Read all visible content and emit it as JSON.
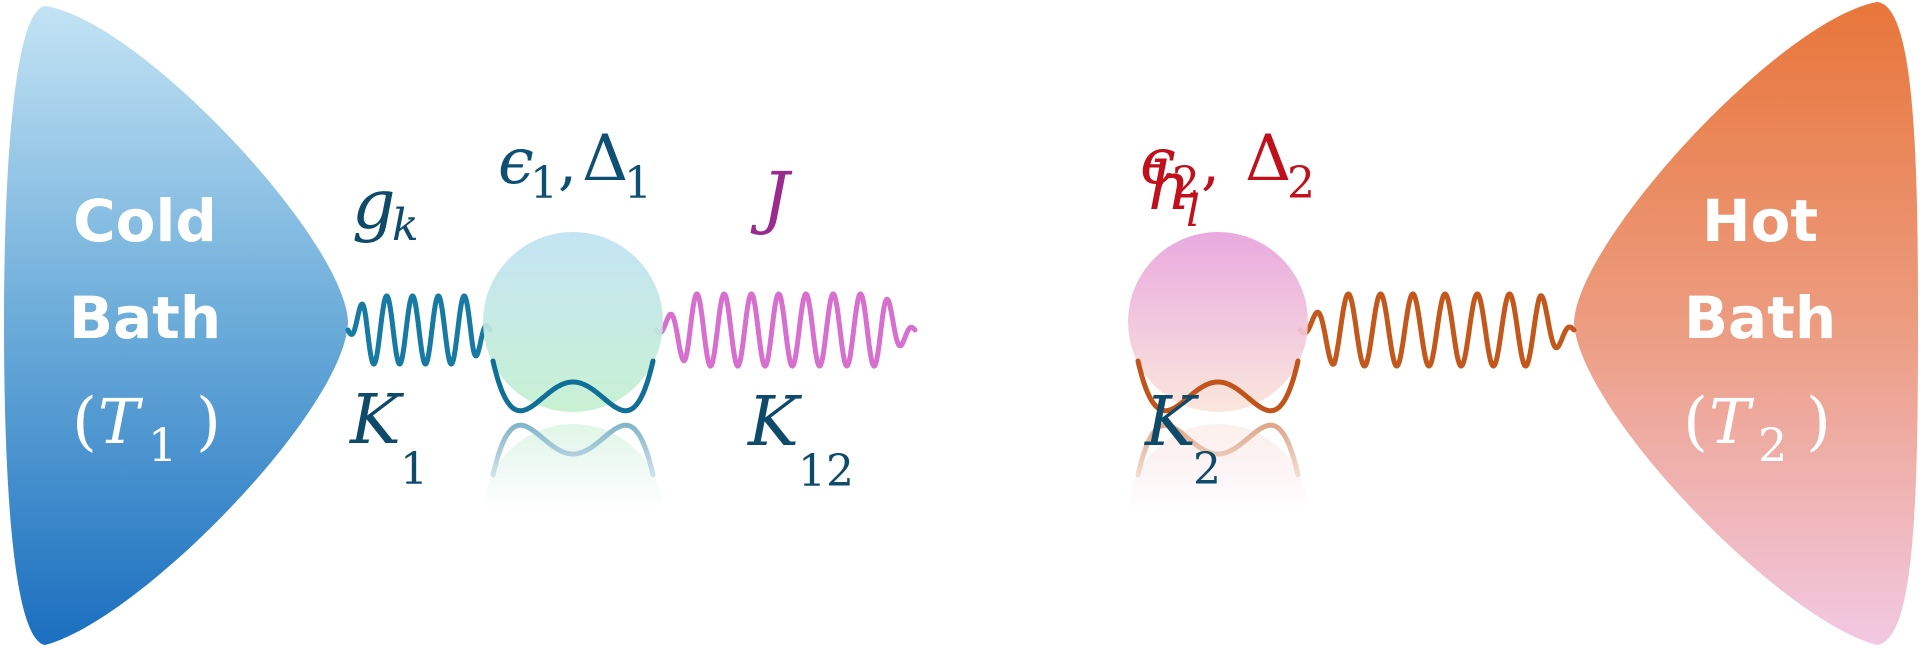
{
  "cold_bath": {
    "line1": "Cold",
    "line2": "Bath",
    "temp_symbol": "T",
    "temp_sub": "1",
    "gradient": [
      "#c3e3f4",
      "#6aabd9",
      "#1a6fbf"
    ]
  },
  "hot_bath": {
    "line1": "Hot",
    "line2": "Bath",
    "temp_symbol": "T",
    "temp_sub": "2",
    "gradient": [
      "#e8763a",
      "#ec9c80",
      "#f2c9e2"
    ]
  },
  "qubit1": {
    "eps": "ϵ",
    "eps_sub": "1",
    "comma": ",",
    "delta": "Δ",
    "delta_sub": "1",
    "label_color": "#0e5073",
    "sphere_top": "#bfe2f3",
    "sphere_bottom": "#c3f0cf",
    "potential_color": "#0f6f97"
  },
  "qubit2": {
    "eps": "ϵ",
    "eps_sub": "2",
    "comma": ",",
    "delta": "Δ",
    "delta_sub": "2",
    "label_color": "#c0101c",
    "sphere_top": "#e7a2dc",
    "sphere_bottom": "#fae5d9",
    "potential_color": "#c0541a"
  },
  "spring_left": {
    "top_symbol": "g",
    "top_sub": "k",
    "bottom_symbol": "K",
    "bottom_sub": "1",
    "color": "#167aa2",
    "label_color": "#0e4a6a"
  },
  "spring_middle": {
    "top_symbol": "J",
    "bottom_symbol": "K",
    "bottom_sub": "12",
    "color": "#d76fcf",
    "top_label_color": "#9a2a8e",
    "label_color": "#0e4a6a"
  },
  "spring_right": {
    "top_symbol": "h",
    "top_sub": "l",
    "bottom_symbol": "K",
    "bottom_sub": "2",
    "color": "#c2581b",
    "top_label_color": "#c0101c",
    "label_color": "#0e4a6a"
  }
}
